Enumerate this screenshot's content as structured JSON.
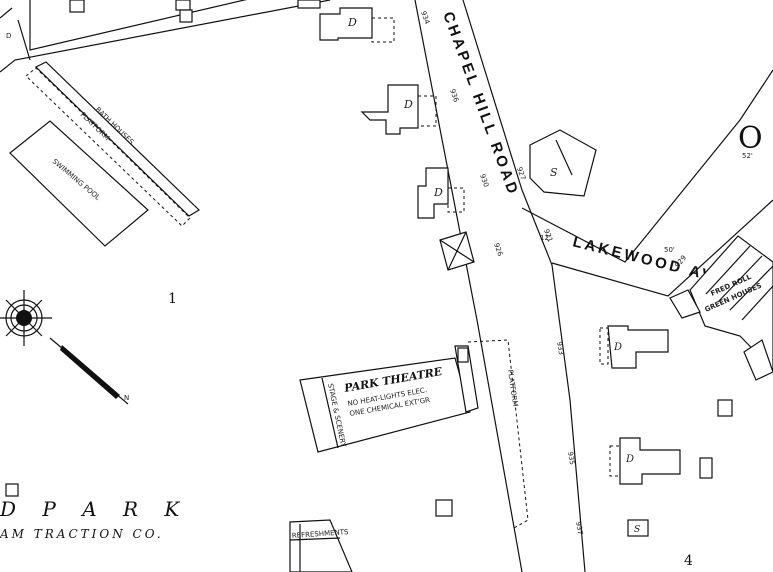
{
  "streets": {
    "chapel_hill_road": "CHAPEL HILL ROAD",
    "lakewood_av": "LAKEWOOD AV."
  },
  "house_numbers": [
    "934",
    "936",
    "930",
    "926",
    "927",
    "921",
    "933",
    "935",
    "937",
    "929"
  ],
  "places": {
    "park_theatre_title": "PARK THEATRE",
    "park_theatre_note_1": "NO HEAT-LIGHTS ELEC.",
    "park_theatre_note_2": "ONE CHEMICAL EXT'GR",
    "stage_label": "STAGE & SCENERY",
    "swimming_pool": "SWIMMING POOL",
    "bath_houses": "BATH HOUSES",
    "platform_left": "PLATFORM",
    "platform_right": "PLATFORM",
    "fred_roll": "FRED ROLL",
    "green_houses": "GREEN HOUSES",
    "refreshments": "REFRESHMENTS"
  },
  "park_text": "D  P A R K",
  "traction_text": "AM TRACTION CO.",
  "dwelling_marks": [
    "D",
    "D",
    "D",
    "S",
    "D",
    "D",
    "S"
  ],
  "block_marks": {
    "block_1": "1",
    "block_4": "4",
    "corner_o": "O",
    "dim_52": "52'",
    "dim_50": "50'",
    "dim_12": "12'"
  }
}
